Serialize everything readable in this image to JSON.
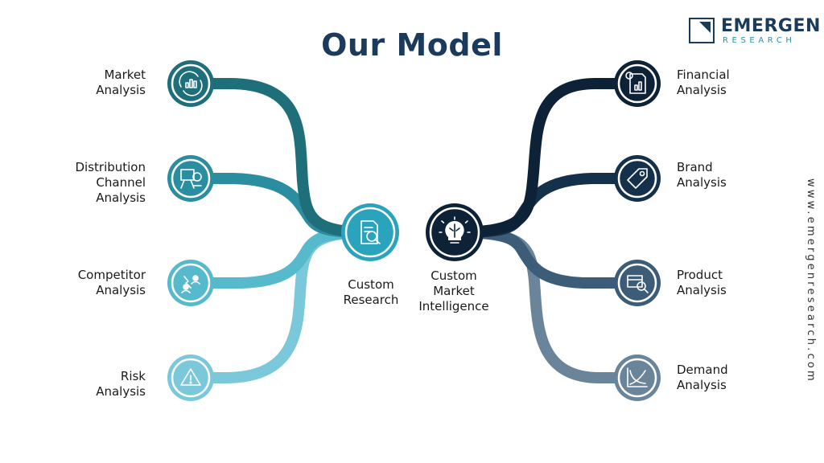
{
  "title": "Our Model",
  "logo": {
    "main": "EMERGEN",
    "sub": "RESEARCH"
  },
  "website": "www.emergenresearch.com",
  "hubs": {
    "left": {
      "label_line1": "Custom",
      "label_line2": "Research",
      "icon": "document-search-icon"
    },
    "right": {
      "label_line1": "Custom",
      "label_line2": "Market",
      "label_line3": "Intelligence",
      "icon": "lightbulb-brain-icon"
    }
  },
  "left_items": [
    {
      "line1": "Market",
      "line2": "Analysis",
      "icon": "analytics-cycle-icon",
      "color": "#1f6f7b"
    },
    {
      "line1": "Distribution",
      "line2": "Channel",
      "line3": "Analysis",
      "icon": "presentation-board-icon",
      "color": "#2a8ea0"
    },
    {
      "line1": "Competitor",
      "line2": "Analysis",
      "icon": "competitors-icon",
      "color": "#57b9cc"
    },
    {
      "line1": "Risk",
      "line2": "Analysis",
      "icon": "warning-icon",
      "color": "#7ac8da"
    }
  ],
  "right_items": [
    {
      "line1": "Financial",
      "line2": "Analysis",
      "icon": "financial-report-icon",
      "color": "#0d2236"
    },
    {
      "line1": "Brand",
      "line2": "Analysis",
      "icon": "price-tag-icon",
      "color": "#15304a"
    },
    {
      "line1": "Product",
      "line2": "Analysis",
      "icon": "product-inspect-icon",
      "color": "#3d5c78"
    },
    {
      "line1": "Demand",
      "line2": "Analysis",
      "icon": "demand-curve-icon",
      "color": "#6a8499"
    }
  ],
  "colors": {
    "title": "#1b3b5c",
    "hub_left": "#2aa3bd",
    "hub_right": "#0d2236"
  }
}
